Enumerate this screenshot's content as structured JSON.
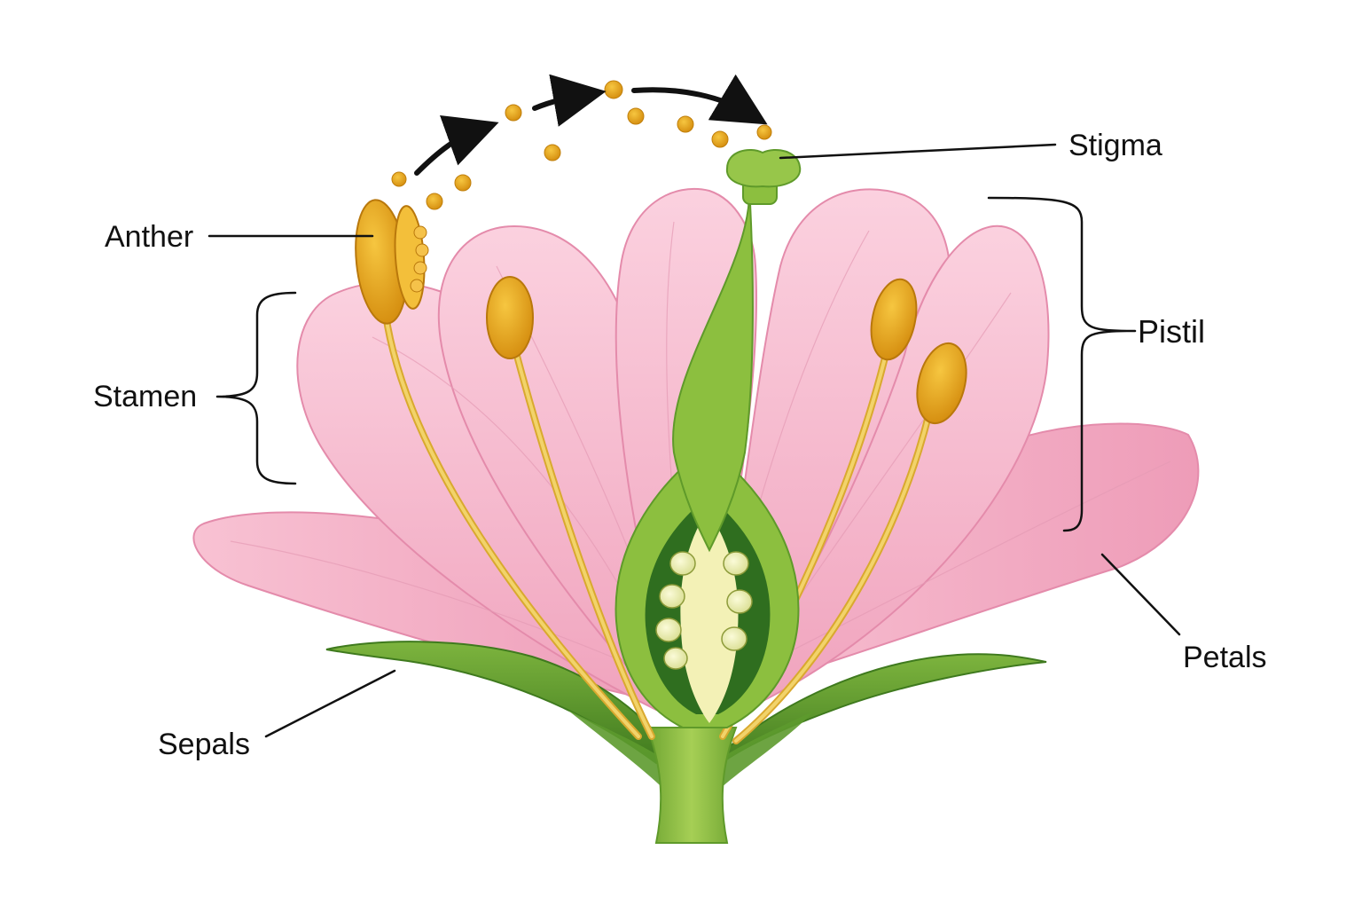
{
  "diagram": {
    "labels": {
      "anther": "Anther",
      "stamen": "Stamen",
      "sepals": "Sepals",
      "stigma": "Stigma",
      "pistil": "Pistil",
      "petals": "Petals"
    },
    "colors": {
      "petal": "#f5b6c9",
      "petal_dark": "#e58fae",
      "petal_light": "#fbd6e2",
      "sepal": "#5d9a2e",
      "sepal_dark": "#3f7a1e",
      "stem": "#8cbf3f",
      "stem_dark": "#5f9a2a",
      "ovary_inner": "#f3f1b6",
      "ovule": "#eef0b0",
      "pollen": "#e6a21a",
      "pollen_dark": "#c07f0b",
      "filament": "#e6c04a",
      "line": "#111111"
    }
  }
}
